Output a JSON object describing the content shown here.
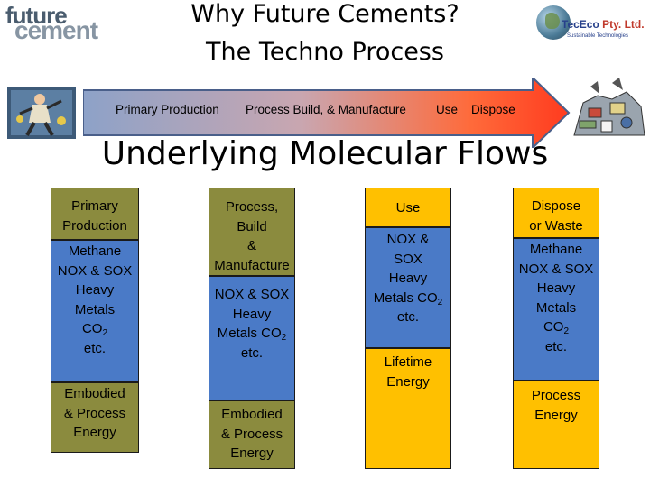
{
  "logos": {
    "left_line1": "future",
    "left_line2": "cement",
    "right_name": "TecEco",
    "right_suffix": " Pty. Ltd.",
    "right_tagline": "Sustainable Technologies"
  },
  "title": {
    "line1": "Why Future Cements?",
    "line2": "The Techno Process"
  },
  "process_arrow": {
    "stages": [
      "Primary Production",
      "Process Build, & Manufacture",
      "Use",
      "Dispose"
    ]
  },
  "heading": "Underlying Molecular Flows",
  "columns": [
    {
      "header": "Primary Production",
      "flows": [
        "Methane",
        "NOX & SOX",
        "Heavy",
        "Metals",
        "CO",
        "etc."
      ],
      "energy": [
        "Embodied",
        "& Process",
        "Energy"
      ]
    },
    {
      "header": [
        "Process,",
        "Build",
        "&",
        "Manufacture"
      ],
      "flows": [
        "NOX & SOX",
        "Heavy",
        "Metals CO",
        "etc."
      ],
      "energy": [
        "Embodied",
        "& Process",
        "Energy"
      ]
    },
    {
      "header": "Use",
      "flows": [
        "NOX &",
        "SOX",
        "Heavy",
        "Metals CO",
        "etc."
      ],
      "energy": [
        "Lifetime",
        "Energy"
      ]
    },
    {
      "header": [
        "Dispose",
        "or Waste"
      ],
      "flows": [
        "Methane",
        "NOX & SOX",
        "Heavy",
        "Metals",
        "CO",
        "etc."
      ],
      "energy": [
        "Process",
        "Energy"
      ]
    }
  ],
  "subscript": "2",
  "colors": {
    "olive": "#8b8b3e",
    "blue": "#4a7ac7",
    "yellow": "#ffc000",
    "arrow_start": "#8da2c8",
    "arrow_end": "#ff3b1f"
  }
}
